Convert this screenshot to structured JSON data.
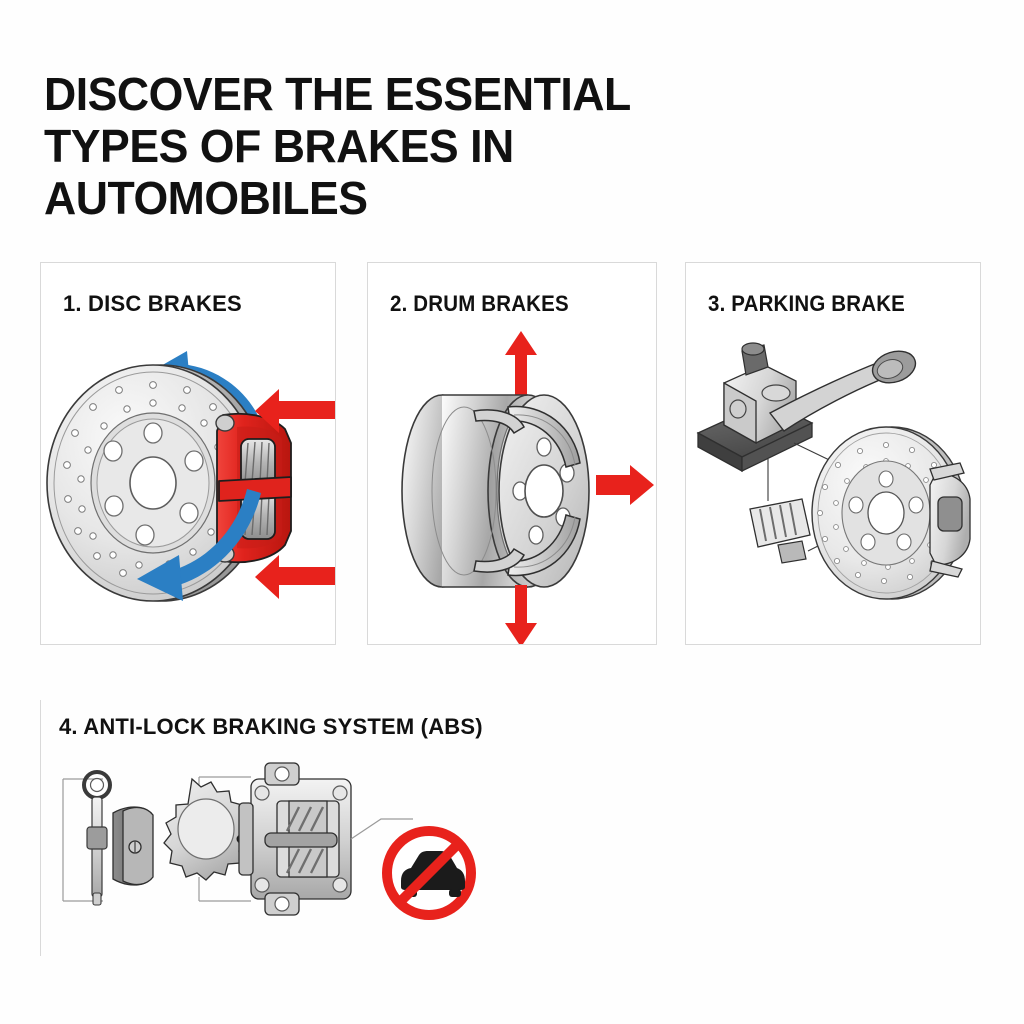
{
  "document": {
    "title_lines": [
      "DISCOVER THE ESSENTIAL",
      "TYPES OF BRAKES IN",
      "AUTOMOBILES"
    ],
    "background_color": "#fefefe"
  },
  "palette": {
    "accent_red": "#e8221c",
    "caliper_red": "#e0231d",
    "caliper_red_dark": "#b81a16",
    "arrow_blue": "#2b7fc4",
    "metal_light": "#f0f0f0",
    "metal_mid": "#c9c9c9",
    "metal_dark": "#8a8a8a",
    "outline": "#2b2b2b",
    "card_border": "#d9d9d9",
    "text": "#111111"
  },
  "cards": [
    {
      "id": "disc-brakes",
      "title": "1. DISC BRAKES",
      "illustration": "vented-drilled-rotor-with-red-caliper",
      "annotations": {
        "rotation_arrows": {
          "color": "#2b7fc4",
          "count": 2,
          "meaning": "disc rotation"
        },
        "force_arrows": {
          "color": "#e8221c",
          "count": 2,
          "meaning": "clamping force on caliper"
        }
      }
    },
    {
      "id": "drum-brakes",
      "title": "2. DRUM BRAKES",
      "illustration": "drum-cutaway-with-brake-shoes",
      "annotations": {
        "force_arrows": {
          "color": "#e8221c",
          "count": 3,
          "directions": [
            "up",
            "right",
            "down"
          ],
          "meaning": "shoe expansion against drum"
        }
      }
    },
    {
      "id": "parking-brake",
      "title": "3. PARKING BRAKE",
      "illustration": "handbrake-lever-pedal-linked-to-rotor-and-caliper",
      "annotations": {
        "leader_lines": {
          "color": "#3a3a3a",
          "count": 2,
          "meaning": "lever and pedal actuate the rear brake"
        }
      }
    },
    {
      "id": "abs",
      "title": "4. ANTI-LOCK BRAKING SYSTEM (ABS)",
      "illustration": "tone-ring-wheel-speed-sensor-and-hydraulic-modulator",
      "annotations": {
        "no_car_sign": {
          "color": "#e8221c",
          "meaning": "prevents wheel lock / skid"
        }
      }
    }
  ]
}
